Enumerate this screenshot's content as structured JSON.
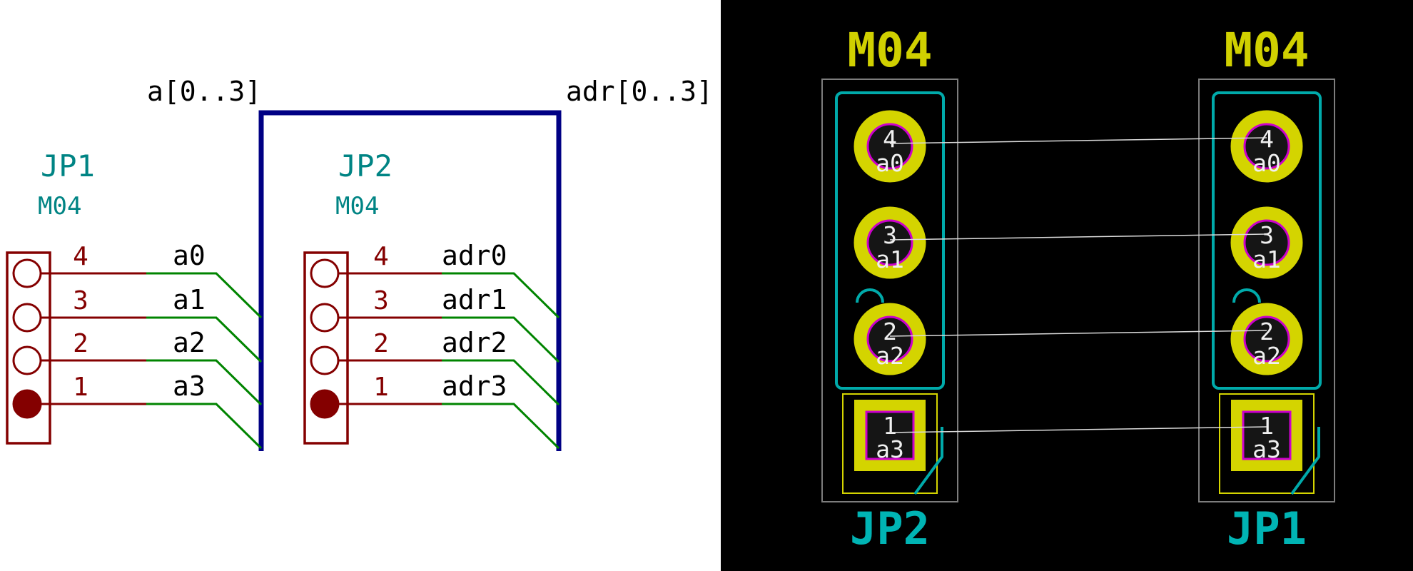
{
  "schematic": {
    "bus_left_label": "a[0..3]",
    "bus_right_label": "adr[0..3]",
    "jp1": {
      "ref": "JP1",
      "value": "M04",
      "pins": [
        {
          "number": "4",
          "net": "a0"
        },
        {
          "number": "3",
          "net": "a1"
        },
        {
          "number": "2",
          "net": "a2"
        },
        {
          "number": "1",
          "net": "a3"
        }
      ]
    },
    "jp2": {
      "ref": "JP2",
      "value": "M04",
      "pins": [
        {
          "number": "4",
          "net": "adr0"
        },
        {
          "number": "3",
          "net": "adr1"
        },
        {
          "number": "2",
          "net": "adr2"
        },
        {
          "number": "1",
          "net": "adr3"
        }
      ]
    },
    "colors": {
      "wire": "#008400",
      "bus": "#000084",
      "symbol": "#840000",
      "reference": "#008484",
      "label": "#000000",
      "background": "#ffffff"
    }
  },
  "pcb": {
    "left_footprint": {
      "ref": "JP2",
      "value": "M04",
      "pads": [
        {
          "number": "4",
          "net": "a0"
        },
        {
          "number": "3",
          "net": "a1"
        },
        {
          "number": "2",
          "net": "a2"
        },
        {
          "number": "1",
          "net": "a3"
        }
      ]
    },
    "right_footprint": {
      "ref": "JP1",
      "value": "M04",
      "pads": [
        {
          "number": "4",
          "net": "a0"
        },
        {
          "number": "3",
          "net": "a1"
        },
        {
          "number": "2",
          "net": "a2"
        },
        {
          "number": "1",
          "net": "a3"
        }
      ]
    },
    "colors": {
      "pad": "#d4d400",
      "hole_ring": "#cc00cc",
      "silkscreen": "#00aaaa",
      "courtyard": "#7d7d7d",
      "ratsnest": "#dcdcdc",
      "pad_text": "#f0f0f0",
      "value_text": "#d0d000",
      "background": "#000000"
    }
  }
}
